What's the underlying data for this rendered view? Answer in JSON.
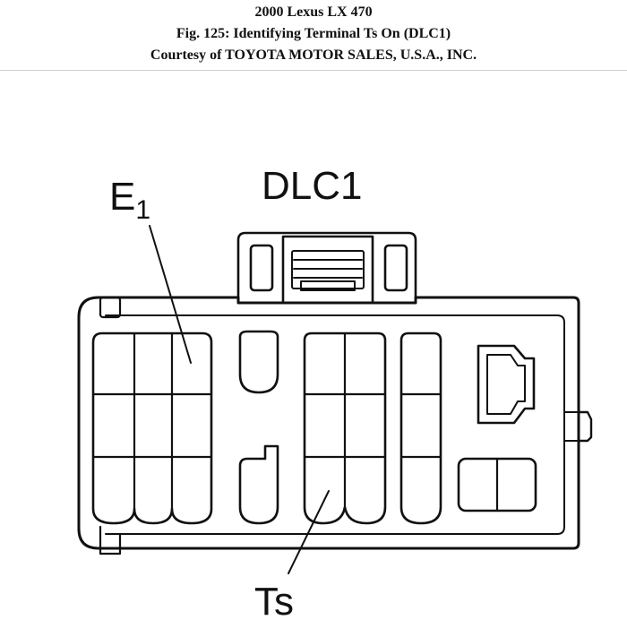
{
  "header": {
    "line1": "2000 Lexus LX 470",
    "line2": "Fig. 125: Identifying Terminal Ts On (DLC1)",
    "line3": "Courtesy of TOYOTA MOTOR SALES, U.S.A., INC."
  },
  "diagram": {
    "connector_label": "DLC1",
    "e1_letter": "E",
    "e1_subscript": "1",
    "ts_label": "Ts"
  }
}
